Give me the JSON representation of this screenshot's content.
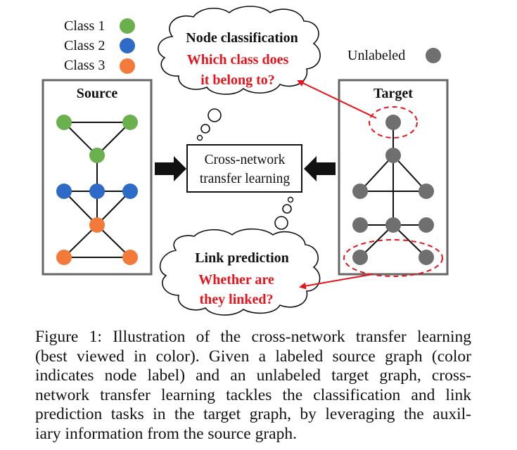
{
  "legend": {
    "items": [
      {
        "label": "Class 1",
        "color": "#6ab04c"
      },
      {
        "label": "Class 2",
        "color": "#2e6bc9"
      },
      {
        "label": "Class 3",
        "color": "#f47a3a"
      }
    ],
    "unlabeled": {
      "label": "Unlabeled",
      "color": "#6f6f6f"
    }
  },
  "source": {
    "title": "Source"
  },
  "target": {
    "title": "Target"
  },
  "center_box": {
    "line1": "Cross-network",
    "line2": "transfer learning"
  },
  "cloud_top": {
    "title": "Node classification",
    "line1": "Which class does",
    "line2": "it belong to?"
  },
  "cloud_bottom": {
    "title": "Link prediction",
    "line1": "Whether are",
    "line2": "they linked?"
  },
  "colors": {
    "highlight": "#e8141c",
    "box_border": "#666666",
    "edge": "#111111"
  },
  "caption": {
    "lines": [
      "Figure 1: Illustration of the cross-network transfer learning",
      "(best viewed in color). Given a labeled source graph (color",
      "indicates node label) and an unlabeled target graph, cross-",
      "network transfer learning tackles the classification and link",
      "prediction tasks in the target graph, by leveraging the auxil-",
      "iary information from the source graph."
    ]
  }
}
